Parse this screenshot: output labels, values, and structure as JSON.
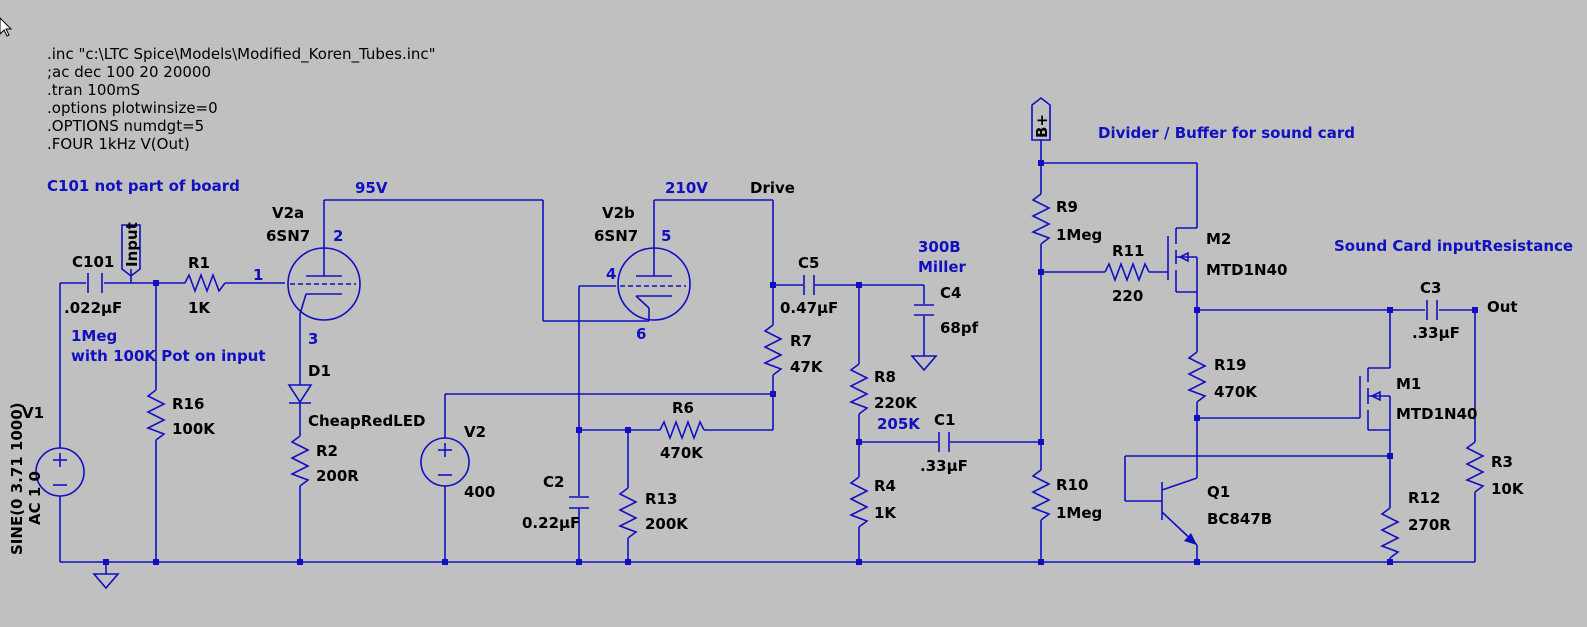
{
  "directives": [
    ".inc \"c:\\LTC Spice\\Models\\Modified_Koren_Tubes.inc\"",
    ";ac dec 100 20 20000",
    ".tran 100mS",
    ".options plotwinsize=0",
    ".OPTIONS numdgt=5",
    ".FOUR 1kHz V(Out)"
  ],
  "comments": {
    "c101_note": "C101 not part of board",
    "input_note1": "1Meg",
    "input_note2": "with 100K Pot on input",
    "divider_note": "Divider / Buffer for sound card",
    "soundcard_note": "Sound Card inputResistance",
    "miller1": "300B",
    "miller2": "Miller"
  },
  "net_labels": {
    "plate1": "95V",
    "plate2": "210V",
    "drive": "Drive",
    "node205": "205K",
    "input": "Input",
    "bplus": "B+",
    "out": "Out"
  },
  "pins": {
    "v2a_plate": "2",
    "v2a_grid": "1",
    "v2a_cathode": "3",
    "v2b_plate": "5",
    "v2b_grid": "4",
    "v2b_cathode": "6"
  },
  "components": {
    "V1": {
      "name": "V1",
      "value1": "SINE(0 3.71 1000)",
      "value2": "AC 1 0"
    },
    "C101": {
      "name": "C101",
      "value": ".022µF"
    },
    "R1": {
      "name": "R1",
      "value": "1K"
    },
    "R16": {
      "name": "R16",
      "value": "100K"
    },
    "V2a": {
      "name": "V2a",
      "value": "6SN7"
    },
    "V2b": {
      "name": "V2b",
      "value": "6SN7"
    },
    "D1": {
      "name": "D1",
      "value": "CheapRedLED"
    },
    "R2": {
      "name": "R2",
      "value": "200R"
    },
    "V2": {
      "name": "V2",
      "value": "400"
    },
    "C2": {
      "name": "C2",
      "value": "0.22µF"
    },
    "R13": {
      "name": "R13",
      "value": "200K"
    },
    "R6": {
      "name": "R6",
      "value": "470K"
    },
    "R7": {
      "name": "R7",
      "value": "47K"
    },
    "C5": {
      "name": "C5",
      "value": "0.47µF"
    },
    "R8": {
      "name": "R8",
      "value": "220K"
    },
    "R4": {
      "name": "R4",
      "value": "1K"
    },
    "C4": {
      "name": "C4",
      "value": "68pf"
    },
    "C1": {
      "name": "C1",
      "value": ".33µF"
    },
    "R9": {
      "name": "R9",
      "value": "1Meg"
    },
    "R10": {
      "name": "R10",
      "value": "1Meg"
    },
    "R11": {
      "name": "R11",
      "value": "220"
    },
    "M2": {
      "name": "M2",
      "value": "MTD1N40"
    },
    "R19": {
      "name": "R19",
      "value": "470K"
    },
    "M1": {
      "name": "M1",
      "value": "MTD1N40"
    },
    "Q1": {
      "name": "Q1",
      "value": "BC847B"
    },
    "R12": {
      "name": "R12",
      "value": "270R"
    },
    "C3": {
      "name": "C3",
      "value": ".33µF"
    },
    "R3": {
      "name": "R3",
      "value": "10K"
    }
  },
  "colors": {
    "wire": "#1010c0",
    "background": "#c0c0c0",
    "label_blue": "#1010c0"
  }
}
